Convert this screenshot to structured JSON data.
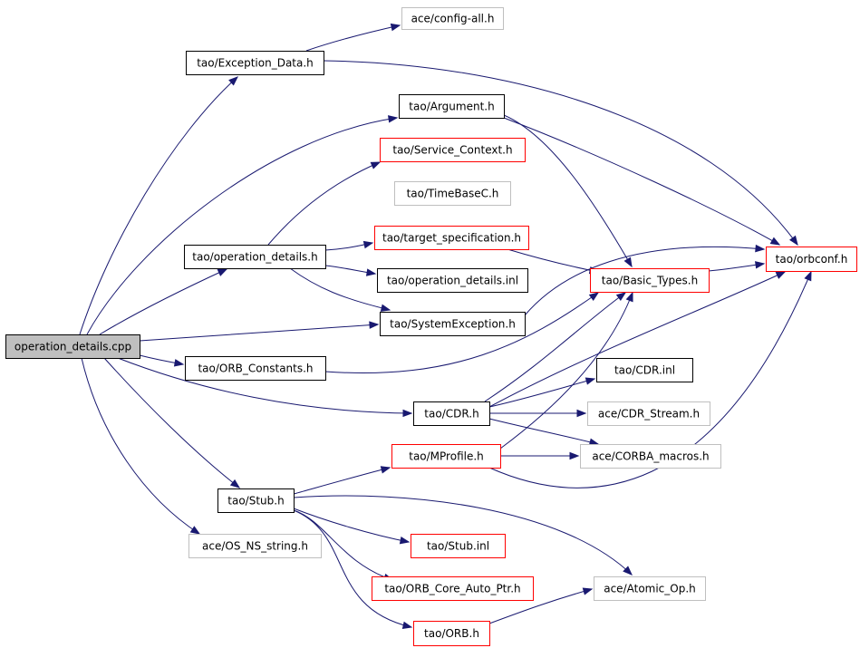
{
  "colors": {
    "root_fill": "#bfbfbf",
    "edge": "#191970",
    "border_normal": "#000000",
    "border_incomplete": "#ff0000",
    "border_external": "#bfbfbf"
  },
  "nodes": [
    {
      "id": "operation_details_cpp",
      "label": "operation_details.cpp",
      "style": "root"
    },
    {
      "id": "exception_data",
      "label": "tao/Exception_Data.h",
      "style": "normal"
    },
    {
      "id": "config_all",
      "label": "ace/config-all.h",
      "style": "external"
    },
    {
      "id": "argument",
      "label": "tao/Argument.h",
      "style": "normal"
    },
    {
      "id": "service_context",
      "label": "tao/Service_Context.h",
      "style": "incomplete"
    },
    {
      "id": "timebasec",
      "label": "tao/TimeBaseC.h",
      "style": "external"
    },
    {
      "id": "operation_details_h",
      "label": "tao/operation_details.h",
      "style": "normal"
    },
    {
      "id": "target_specification",
      "label": "tao/target_specification.h",
      "style": "incomplete"
    },
    {
      "id": "operation_details_inl",
      "label": "tao/operation_details.inl",
      "style": "normal"
    },
    {
      "id": "orbconf",
      "label": "tao/orbconf.h",
      "style": "incomplete"
    },
    {
      "id": "basic_types",
      "label": "tao/Basic_Types.h",
      "style": "incomplete"
    },
    {
      "id": "system_exception",
      "label": "tao/SystemException.h",
      "style": "normal"
    },
    {
      "id": "orb_constants",
      "label": "tao/ORB_Constants.h",
      "style": "normal"
    },
    {
      "id": "cdr_inl",
      "label": "tao/CDR.inl",
      "style": "normal"
    },
    {
      "id": "cdr_h",
      "label": "tao/CDR.h",
      "style": "normal"
    },
    {
      "id": "cdr_stream",
      "label": "ace/CDR_Stream.h",
      "style": "external"
    },
    {
      "id": "mprofile",
      "label": "tao/MProfile.h",
      "style": "incomplete"
    },
    {
      "id": "corba_macros",
      "label": "ace/CORBA_macros.h",
      "style": "external"
    },
    {
      "id": "stub_h",
      "label": "tao/Stub.h",
      "style": "normal"
    },
    {
      "id": "os_ns_string",
      "label": "ace/OS_NS_string.h",
      "style": "external"
    },
    {
      "id": "stub_inl",
      "label": "tao/Stub.inl",
      "style": "incomplete"
    },
    {
      "id": "orb_core_auto_ptr",
      "label": "tao/ORB_Core_Auto_Ptr.h",
      "style": "incomplete"
    },
    {
      "id": "atomic_op",
      "label": "ace/Atomic_Op.h",
      "style": "external"
    },
    {
      "id": "orb_h",
      "label": "tao/ORB.h",
      "style": "incomplete"
    }
  ],
  "edges": [
    {
      "from": "operation_details_cpp",
      "to": "exception_data"
    },
    {
      "from": "operation_details_cpp",
      "to": "argument"
    },
    {
      "from": "operation_details_cpp",
      "to": "operation_details_h"
    },
    {
      "from": "operation_details_cpp",
      "to": "system_exception"
    },
    {
      "from": "operation_details_cpp",
      "to": "orb_constants"
    },
    {
      "from": "operation_details_cpp",
      "to": "cdr_h"
    },
    {
      "from": "operation_details_cpp",
      "to": "stub_h"
    },
    {
      "from": "operation_details_cpp",
      "to": "os_ns_string"
    },
    {
      "from": "exception_data",
      "to": "config_all"
    },
    {
      "from": "exception_data",
      "to": "orbconf"
    },
    {
      "from": "argument",
      "to": "basic_types"
    },
    {
      "from": "argument",
      "to": "orbconf"
    },
    {
      "from": "operation_details_h",
      "to": "service_context"
    },
    {
      "from": "operation_details_h",
      "to": "target_specification"
    },
    {
      "from": "operation_details_h",
      "to": "operation_details_inl"
    },
    {
      "from": "operation_details_h",
      "to": "system_exception"
    },
    {
      "from": "target_specification",
      "to": "basic_types"
    },
    {
      "from": "basic_types",
      "to": "orbconf"
    },
    {
      "from": "system_exception",
      "to": "orbconf"
    },
    {
      "from": "orb_constants",
      "to": "basic_types"
    },
    {
      "from": "cdr_h",
      "to": "basic_types"
    },
    {
      "from": "cdr_h",
      "to": "orbconf"
    },
    {
      "from": "cdr_h",
      "to": "cdr_inl"
    },
    {
      "from": "cdr_h",
      "to": "cdr_stream"
    },
    {
      "from": "cdr_h",
      "to": "corba_macros"
    },
    {
      "from": "mprofile",
      "to": "basic_types"
    },
    {
      "from": "mprofile",
      "to": "corba_macros"
    },
    {
      "from": "mprofile",
      "to": "orbconf"
    },
    {
      "from": "stub_h",
      "to": "mprofile"
    },
    {
      "from": "stub_h",
      "to": "atomic_op"
    },
    {
      "from": "stub_h",
      "to": "stub_inl"
    },
    {
      "from": "stub_h",
      "to": "orb_core_auto_ptr"
    },
    {
      "from": "stub_h",
      "to": "orb_h"
    },
    {
      "from": "orb_h",
      "to": "atomic_op"
    }
  ]
}
